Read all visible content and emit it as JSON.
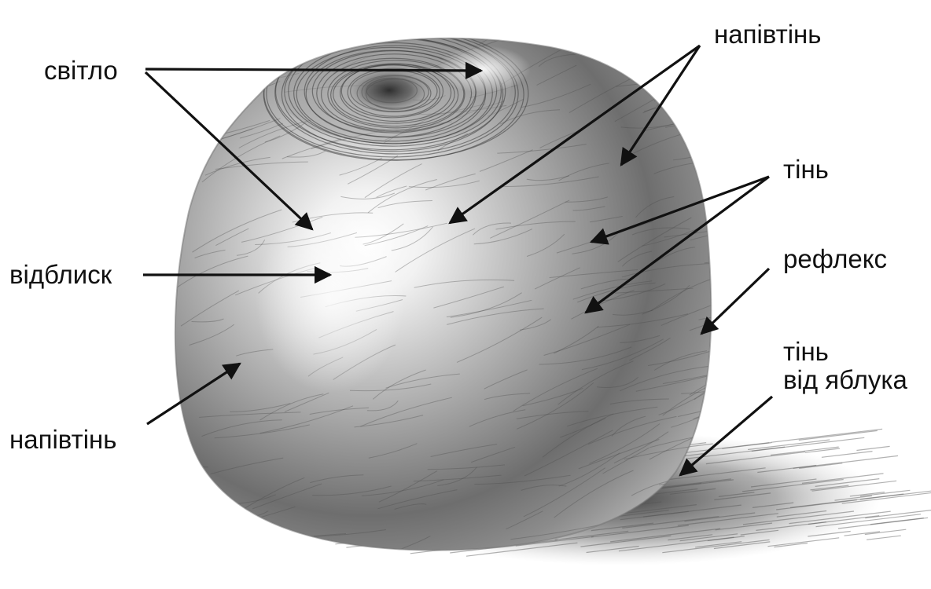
{
  "labels": {
    "light": "світло",
    "halftone_top": "напівтінь",
    "shadow": "тінь",
    "highlight": "відблиск",
    "reflex": "рефлекс",
    "cast_shadow_line1": "тінь",
    "cast_shadow_line2": "від яблука",
    "halftone_left": "напівтінь"
  },
  "colors": {
    "ink": "#111111",
    "paper": "#ffffff",
    "graphite_dark": "#3a3a3a",
    "graphite_mid": "#8a8a8a",
    "graphite_light": "#d6d6d6"
  }
}
